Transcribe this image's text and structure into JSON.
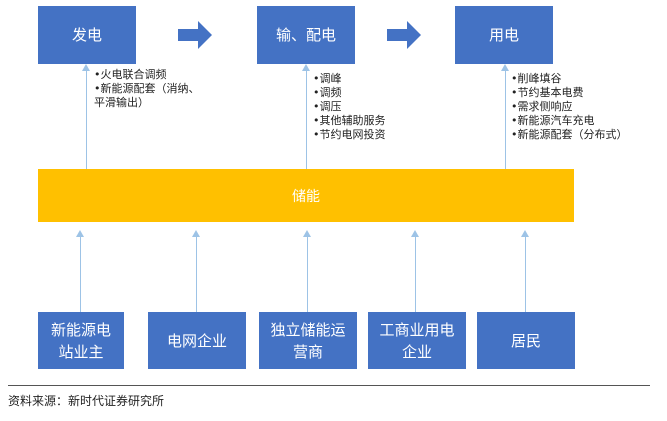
{
  "top_boxes": [
    {
      "label": "发电"
    },
    {
      "label": "输、配电"
    },
    {
      "label": "用电"
    }
  ],
  "notes": {
    "generation": [
      "火电联合调频",
      "新能源配套（消纳、",
      "平滑输出）"
    ],
    "transmission": [
      "调峰",
      "调频",
      "调压",
      "其他辅助服务",
      "节约电网投资"
    ],
    "consumption": [
      "削峰填谷",
      "节约基本电费",
      "需求侧响应",
      "新能源汽车充电",
      "新能源配套（分布式）"
    ]
  },
  "storage": {
    "label": "储能"
  },
  "bottom_boxes": [
    {
      "label": "新能源电站业主"
    },
    {
      "label": "电网企业"
    },
    {
      "label": "独立储能运营商"
    },
    {
      "label": "工商业用电企业"
    },
    {
      "label": "居民"
    }
  ],
  "source": "资料来源：新时代证券研究所",
  "colors": {
    "box_blue": "#4472c4",
    "storage_orange": "#ffc000",
    "connector": "#9dc3e6"
  }
}
